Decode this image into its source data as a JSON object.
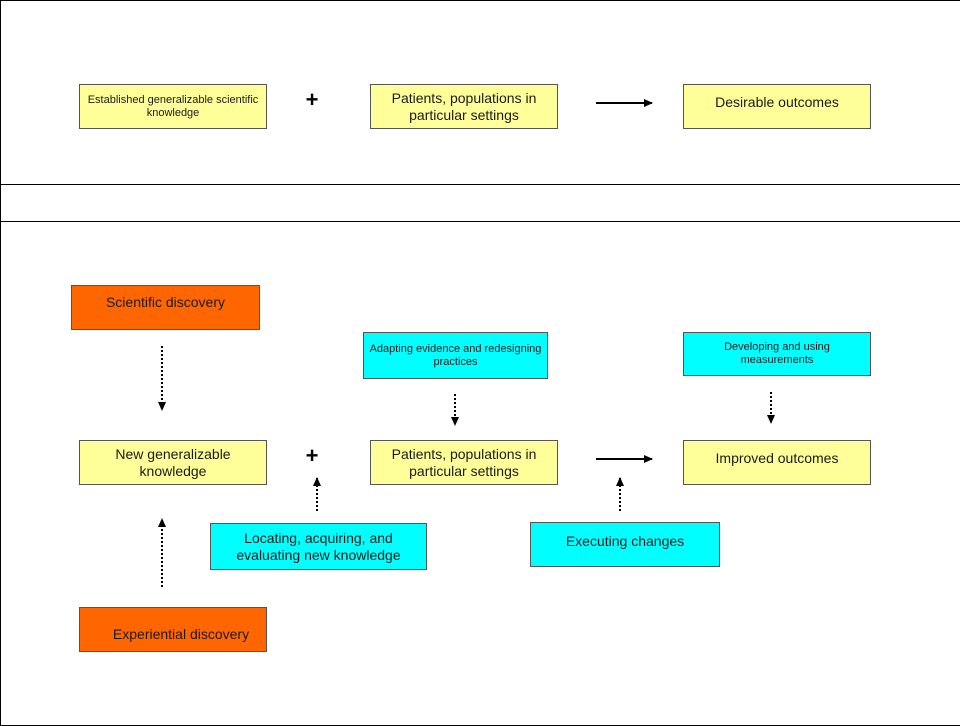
{
  "top": {
    "box1": "Established generalizable scientific knowledge",
    "plus": "+",
    "box2": "Patients, populations in particular settings",
    "box3": "Desirable outcomes"
  },
  "bottom": {
    "scientific_discovery": "Scientific discovery",
    "adapting": "Adapting evidence and redesigning practices",
    "developing": "Developing and using measurements",
    "new_knowledge": "New generalizable knowledge",
    "plus": "+",
    "patients": "Patients, populations in particular settings",
    "improved": "Improved outcomes",
    "locating": "Locating, acquiring, and evaluating new knowledge",
    "executing": "Executing changes",
    "experiential": "Experiential discovery"
  },
  "colors": {
    "yellow": "#ffff99",
    "orange": "#ff6600",
    "cyan": "#00ffff"
  }
}
